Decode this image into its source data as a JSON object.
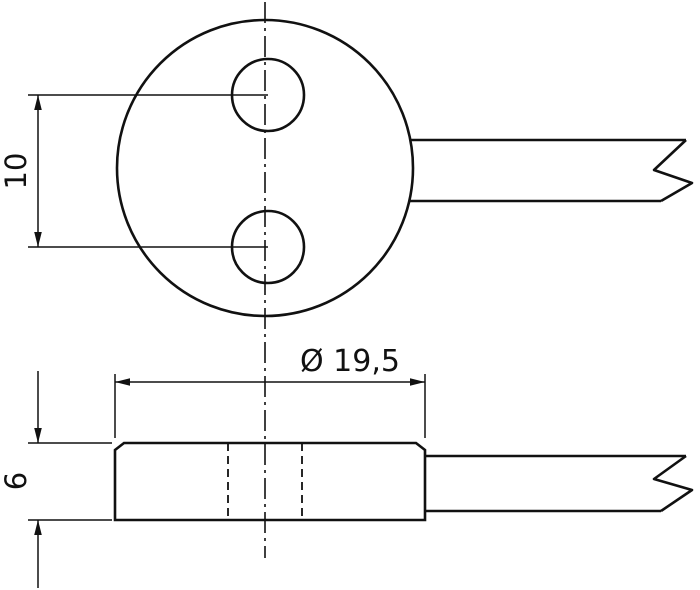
{
  "drawing": {
    "type": "technical-drawing",
    "description": "two-view mechanical drawing of a round sensor disc with two holes and a cable",
    "labels": {
      "hole_spacing": "10",
      "diameter": "Ø 19,5",
      "thickness": "6"
    },
    "colors": {
      "line": "#111111",
      "background": "#ffffff"
    }
  }
}
